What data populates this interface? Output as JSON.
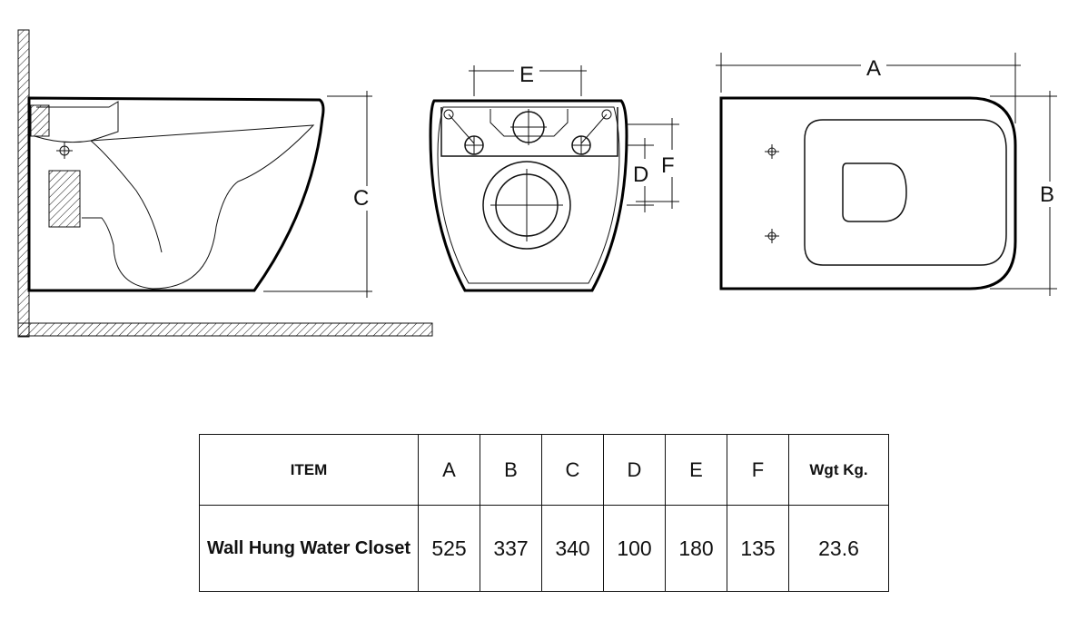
{
  "diagram": {
    "labels": {
      "A": "A",
      "B": "B",
      "C": "C",
      "D": "D",
      "E": "E",
      "F": "F"
    }
  },
  "spec_table": {
    "headers": [
      "ITEM",
      "A",
      "B",
      "C",
      "D",
      "E",
      "F",
      "Wgt Kg."
    ],
    "rows": [
      [
        "Wall Hung Water Closet",
        "525",
        "337",
        "340",
        "100",
        "180",
        "135",
        "23.6"
      ]
    ]
  }
}
